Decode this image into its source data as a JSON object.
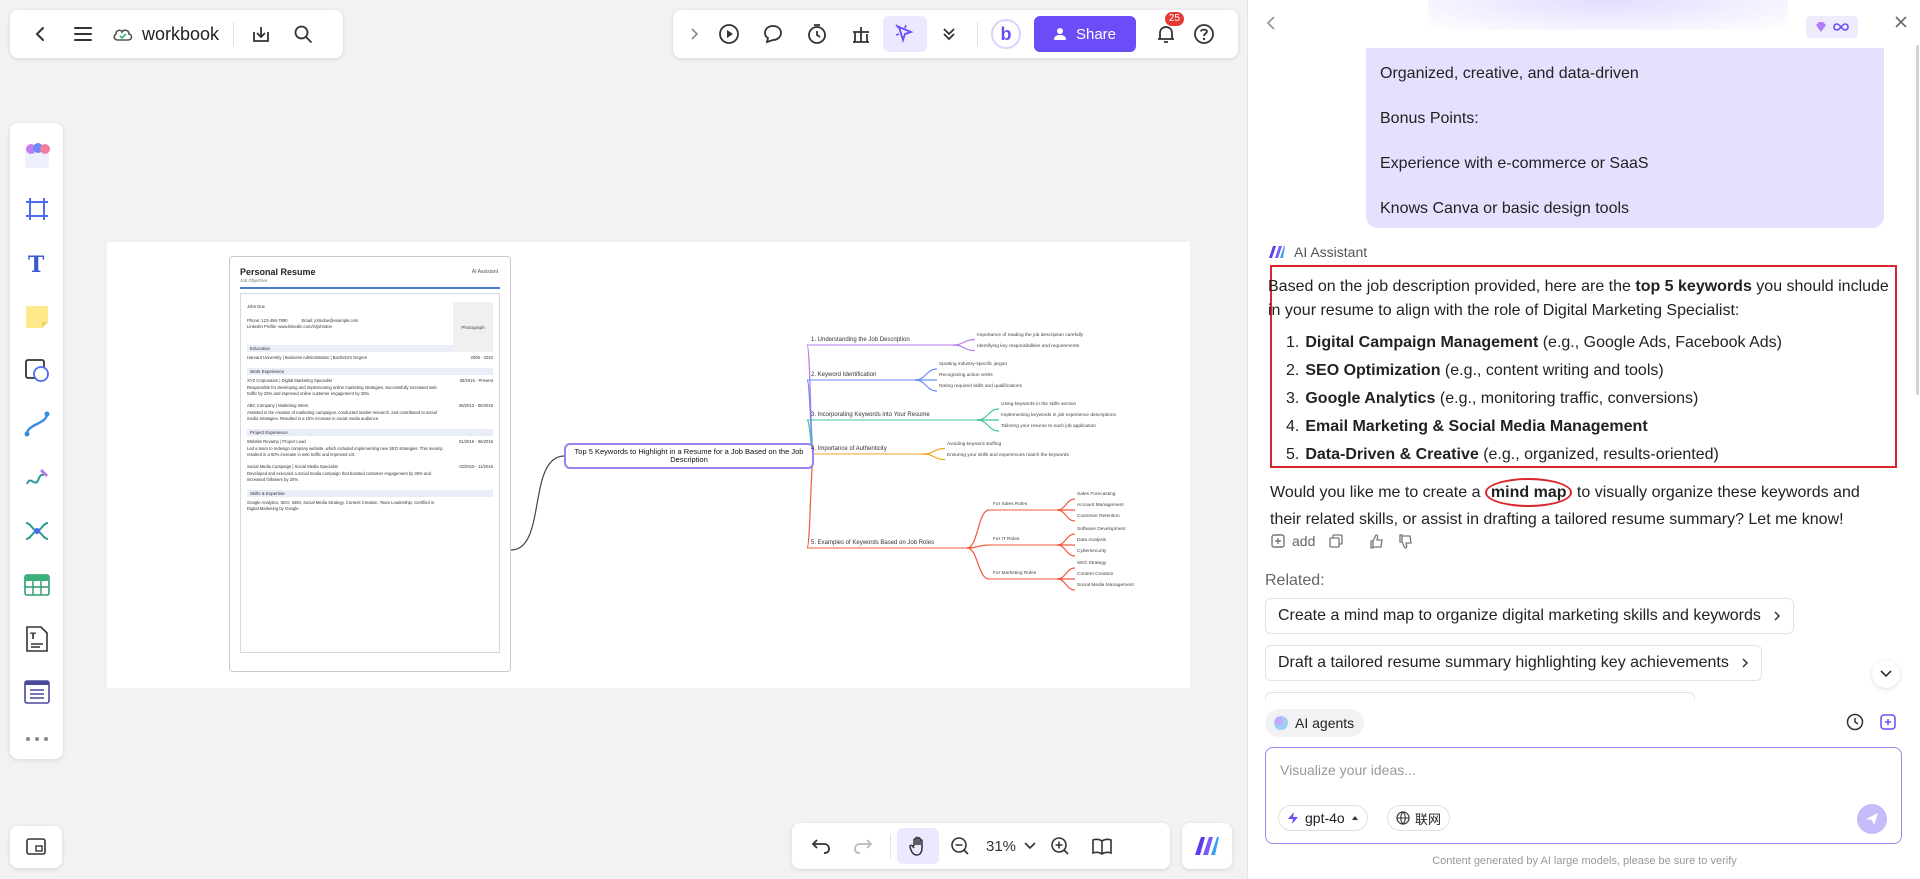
{
  "top_left_toolbar": {
    "doc_name": "workbook"
  },
  "top_center_toolbar": {
    "avatar_letter": "b",
    "share_label": "Share",
    "notif_count": "25"
  },
  "board": {
    "resume": {
      "title": "Personal Resume",
      "subtitle": "Job Objective",
      "brand": "AI Assistant",
      "name": "John Doe",
      "phone": "Phone: 123-456-7890",
      "email": "Email: johndoe@example.com",
      "linkedin": "LinkedIn Profile: www.linkedin.com/in/johndoe",
      "photo": "Photograph",
      "sections": [
        {
          "title": "Education",
          "lines": [
            {
              "left": "Harvard University | Business Administration | Bachelor's Degree",
              "right": "2005 - 2010"
            }
          ]
        },
        {
          "title": "Work Experience",
          "lines": [
            {
              "left": "XYZ Corporation | Digital Marketing Specialist",
              "right": "05/2015 - Present"
            },
            {
              "left": "Responsible for developing and implementing online marketing strategies. Successfully increased web traffic by 25% and improved online customer engagement by 30%.",
              "right": ""
            },
            {
              "left": "ABC Company | Marketing Intern",
              "right": "06/2013 - 05/2015"
            },
            {
              "left": "Assisted in the creation of marketing campaigns, conducted market research, and contributed to social media strategies. Resulted in a 15% increase in social media audience.",
              "right": ""
            }
          ]
        },
        {
          "title": "Project Experience",
          "lines": [
            {
              "left": "Website Revamp | Project Lead",
              "right": "01/2016 - 06/2016"
            },
            {
              "left": "Led a team to redesign company website, which included implementing new SEO strategies. This revamp resulted in a 50% increase in web traffic and improved UX.",
              "right": ""
            },
            {
              "left": "Social Media Campaign | Social Media Specialist",
              "right": "02/2015 - 11/2016"
            },
            {
              "left": "Developed and executed a social media campaign that boosted customer engagement by 35% and increased followers by 20%.",
              "right": ""
            }
          ]
        },
        {
          "title": "Skills & Expertise",
          "lines": [
            {
              "left": "Google Analytics, SEO, SEM, Social Media Strategy, Content Creation, Team Leadership, Certified in Digital Marketing by Google.",
              "right": ""
            }
          ]
        }
      ]
    },
    "mindmap": {
      "root": "Top 5 Keywords to Highlight in a Resume for a Job Based on the Job Description",
      "branches": [
        {
          "label": "1. Understanding the Job Description",
          "color": "#b47cf0",
          "leaves": [
            "Importance of reading the job description carefully",
            "Identifying key responsibilities and requirements"
          ]
        },
        {
          "label": "2. Keyword Identification",
          "color": "#6b8cf4",
          "leaves": [
            "Spotting industry-specific jargon",
            "Recognizing action verbs",
            "Noting required skills and qualifications"
          ]
        },
        {
          "label": "3. Incorporating Keywords into Your Resume",
          "color": "#3fc39a",
          "leaves": [
            "Using keywords in the skills section",
            "Implementing keywords in job experience descriptions",
            "Tailoring your resume to each job application"
          ]
        },
        {
          "label": "4. Importance of Authenticity",
          "color": "#f0a020",
          "leaves": [
            "Avoiding keyword stuffing",
            "Ensuring your skills and experiences match the keywords"
          ]
        },
        {
          "label": "5. Examples of Keywords Based on Job Roles",
          "color": "#f05a3c",
          "groups": [
            {
              "label": "For Sales Roles",
              "leaves": [
                "Sales Forecasting",
                "Account Management",
                "Customer Retention"
              ]
            },
            {
              "label": "For IT Roles",
              "leaves": [
                "Software Development",
                "Data Analysis",
                "Cybersecurity"
              ]
            },
            {
              "label": "For Marketing Roles",
              "leaves": [
                "SEO Strategy",
                "Content Creation",
                "Social Media Management"
              ]
            }
          ]
        }
      ]
    }
  },
  "bottom_toolbar": {
    "zoom": "31%"
  },
  "panel": {
    "user_message_lines": [
      "Organized, creative, and data-driven",
      "Bonus Points:",
      "Experience with e-commerce or SaaS",
      "Knows Canva or basic design tools"
    ],
    "assistant_name": "AI Assistant",
    "intro_pre": "Based on the job description provided, here are the ",
    "intro_bold": "top 5 keywords",
    "intro_post": " you should include in your resume to align with the role of Digital Marketing Specialist:",
    "keywords": [
      {
        "num": "1.",
        "bold": "Digital Campaign Management",
        "rest": " (e.g., Google Ads, Facebook Ads)"
      },
      {
        "num": "2.",
        "bold": "SEO Optimization",
        "rest": " (e.g., content writing and tools)"
      },
      {
        "num": "3.",
        "bold": "Google Analytics",
        "rest": " (e.g., monitoring traffic, conversions)"
      },
      {
        "num": "4.",
        "bold": "Email Marketing & Social Media Management",
        "rest": ""
      },
      {
        "num": "5.",
        "bold": "Data-Driven & Creative",
        "rest": " (e.g., organized, results-oriented)"
      }
    ],
    "follow_pre": "Would you like me to create a ",
    "follow_highlight": "mind map",
    "follow_post": " to visually organize these keywords and their related skills, or assist in drafting a tailored resume summary? Let me know!",
    "add_label": "add",
    "related_label": "Related:",
    "related": [
      "Create a mind map to organize digital marketing skills and keywords",
      "Draft a tailored resume summary highlighting key achievements"
    ],
    "agents_label": "AI agents",
    "input_placeholder": "Visualize your ideas...",
    "model_label": "gpt-4o",
    "net_label": "联网",
    "disclaimer": "Content generated by AI large models, please be sure to verify"
  },
  "colors": {
    "accent": "#6b4cf6",
    "highlight_box": "#d9262c",
    "user_bubble": "#e6e0ff"
  }
}
